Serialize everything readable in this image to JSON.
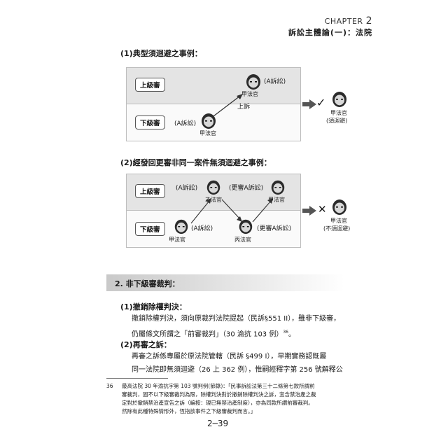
{
  "header": {
    "chapter_word": "CHAPTER",
    "chapter_num": "2",
    "section": "訴訟主體論(一)：法院"
  },
  "example1": {
    "heading": "(1)典型須迴避之事例：",
    "upper_court": "上級審",
    "lower_court": "下級審",
    "upper_case": "(A訴訟)",
    "lower_case": "(A訴訟)",
    "upper_judge": "甲法官",
    "lower_judge": "甲法官",
    "appeal": "上訴",
    "result_judge": "甲法官",
    "result_note": "(須迴避)"
  },
  "example2": {
    "heading": "(2)經發回更審非同一案件無須迴避之事例：",
    "upper_court": "上級審",
    "lower_court": "下級審",
    "upper_left_case": "(A訴訟)",
    "upper_left_judge": "乙法官",
    "upper_right_case": "(更審A訴訟)",
    "upper_right_judge": "甲法官",
    "lower_left_case": "(A訴訟)",
    "lower_left_judge": "甲法官",
    "lower_mid_case": "(更審A訴訟)",
    "lower_mid_judge": "丙法官",
    "result_judge": "甲法官",
    "result_note": "(不須迴避)"
  },
  "section2": {
    "title": "2. 非下級審裁判："
  },
  "body": {
    "item1_heading": "(1)撤銷除權判決：",
    "item1_line1": "撤銷除權判決，須向原裁判法院提起（民訴§551 II），雖非下級審，",
    "item1_line2": "仍屬條文所謂之「前審裁判」（30 渝抗 103 例）",
    "item1_sup": "36",
    "item1_end": "。",
    "item2_heading": "(2)再審之訴：",
    "item2_line1": "再審之訴係專屬於原法院管轄（民訴 §499 I），早期實務認既屬",
    "item2_line2": "同一法院即無須迴避（26 上 362 例），惟嗣經釋字第 256 號解釋公"
  },
  "footnote": {
    "number": "36",
    "line1": "最高法院 30 年渝抗字第 103 號判例(節錄)：「民事訴訟法第三十二條第七款所謂前",
    "line2": "審裁判，固不以下級審裁判為限，除權判決對於撤銷除權判決之訴，宜含禁治產之裁",
    "line3": "定對於撤銷禁治產宣告之訴（編按：現已無禁治產制度），亦為同款所謂前審裁判。",
    "line4": "然除有此種特殊情形外，恆指該事件之下級審裁判而言。」"
  },
  "page_number": "2─39",
  "icons": {
    "check": "check-mark",
    "cross": "x-mark",
    "arrow": "arrow-right"
  }
}
